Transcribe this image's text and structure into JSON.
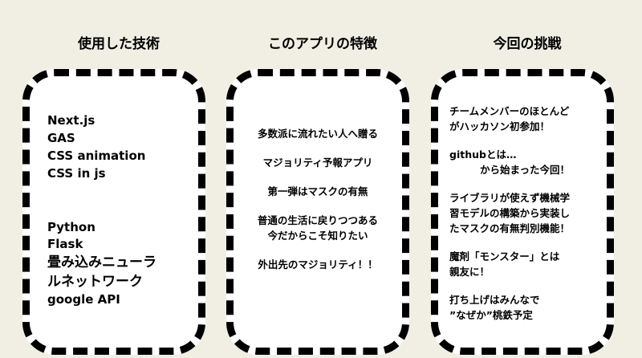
{
  "columns": [
    {
      "title": "使用した技術",
      "groups": [
        [
          "Next.js",
          "GAS",
          "CSS animation",
          "CSS in js"
        ],
        [
          "Python",
          "Flask",
          "畳み込みニューラ",
          "ルネットワーク",
          "google API"
        ]
      ]
    },
    {
      "title": "このアプリの特徴",
      "items": [
        [
          "多数派に流れたい人へ贈る"
        ],
        [
          "マジョリティ予報アプリ"
        ],
        [
          "第一弾はマスクの有無"
        ],
        [
          "普通の生活に戻りつつある",
          "今だからこそ知りたい"
        ],
        [
          "外出先のマジョリティ！！"
        ]
      ]
    },
    {
      "title": "今回の挑戦",
      "blocks": [
        [
          "チームメンバーのほとんど",
          "がハッカソン初参加！"
        ],
        [
          "githubとは…",
          "から始まった今回！"
        ],
        [
          "ライブラリが使えず機械学",
          "習モデルの構築から実装し",
          "たマスクの有無判別機能！"
        ],
        [
          "魔剤「モンスター」とは",
          "親友に！"
        ],
        [
          "打ち上げはみんなで",
          "”なぜか”桃鉄予定"
        ]
      ]
    }
  ]
}
